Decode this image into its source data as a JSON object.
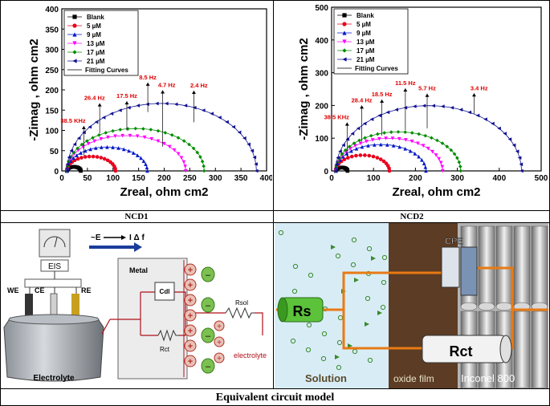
{
  "captions": {
    "left": "NCD1",
    "right": "NCD2",
    "bottom": "Equivalent circuit model"
  },
  "chart_data": [
    {
      "type": "scatter",
      "ylabel": "-Zimag , ohm cm2",
      "xlabel": "Zreal, ohm  cm2",
      "xlim": [
        0,
        400
      ],
      "ylim": [
        0,
        400
      ],
      "xticks": [
        0,
        50,
        100,
        150,
        200,
        250,
        300,
        350,
        400
      ],
      "yticks": [
        0,
        50,
        100,
        150,
        200,
        250,
        300,
        350,
        400
      ],
      "legend_position": "top-left",
      "series": [
        {
          "name": "Blank",
          "color": "#000000",
          "marker": "square",
          "r0": 10,
          "r1": 37,
          "k": 0.75
        },
        {
          "name": "5 µM",
          "color": "#e8001c",
          "marker": "circle",
          "r0": 10,
          "r1": 105,
          "k": 0.75
        },
        {
          "name": "9 µM",
          "color": "#0018c8",
          "marker": "triangle-up",
          "r0": 10,
          "r1": 167,
          "k": 0.75
        },
        {
          "name": "13 µM",
          "color": "#ff00ff",
          "marker": "triangle-down",
          "r0": 10,
          "r1": 242,
          "k": 0.75
        },
        {
          "name": "17 µM",
          "color": "#008c00",
          "marker": "diamond",
          "r0": 10,
          "r1": 278,
          "k": 0.78
        },
        {
          "name": "21 µM",
          "color": "#101090",
          "marker": "triangle-left",
          "r0": 10,
          "r1": 380,
          "k": 0.9
        }
      ],
      "fitting_label": "Fitting Curves",
      "annotations": [
        {
          "text": "38.5 KHz",
          "x": 43,
          "y": 38,
          "lx": 22,
          "ly": 111
        },
        {
          "text": "26.4 Hz",
          "x": 74,
          "y": 93,
          "lx": 64,
          "ly": 167
        },
        {
          "text": "17.5 Hz",
          "x": 127,
          "y": 100,
          "lx": 127,
          "ly": 172
        },
        {
          "text": "8.5 Hz",
          "x": 168,
          "y": 145,
          "lx": 168,
          "ly": 218
        },
        {
          "text": "4.7 Hz",
          "x": 197,
          "y": 60,
          "lx": 205,
          "ly": 199
        },
        {
          "text": "2.4 Hz",
          "x": 258,
          "y": 120,
          "lx": 268,
          "ly": 198
        }
      ]
    },
    {
      "type": "scatter",
      "ylabel": "-Zimag , ohm cm2",
      "xlabel": "Zreal, ohm  cm2",
      "xlim": [
        0,
        500
      ],
      "ylim": [
        0,
        500
      ],
      "xticks": [
        0,
        100,
        200,
        300,
        400,
        500
      ],
      "yticks": [
        0,
        100,
        200,
        300,
        400,
        500
      ],
      "legend_position": "top-left",
      "series": [
        {
          "name": "Blank",
          "color": "#000000",
          "marker": "square",
          "r0": 10,
          "r1": 38,
          "k": 0.75
        },
        {
          "name": "5 µM",
          "color": "#e8001c",
          "marker": "circle",
          "r0": 10,
          "r1": 138,
          "k": 0.75
        },
        {
          "name": "9 µM",
          "color": "#0018c8",
          "marker": "triangle-up",
          "r0": 10,
          "r1": 225,
          "k": 0.75
        },
        {
          "name": "13 µM",
          "color": "#ff00ff",
          "marker": "triangle-down",
          "r0": 10,
          "r1": 265,
          "k": 0.78
        },
        {
          "name": "17 µM",
          "color": "#008c00",
          "marker": "diamond",
          "r0": 10,
          "r1": 308,
          "k": 0.8
        },
        {
          "name": "21 µM",
          "color": "#101090",
          "marker": "triangle-left",
          "r0": 10,
          "r1": 453,
          "k": 0.9
        }
      ],
      "fitting_label": "Fitting Curves",
      "annotations": [
        {
          "text": "38.5 KHz",
          "x": 37,
          "y": 45,
          "lx": 12,
          "ly": 148
        },
        {
          "text": "28.4 Hz",
          "x": 72,
          "y": 90,
          "lx": 72,
          "ly": 200
        },
        {
          "text": "18.5 Hz",
          "x": 120,
          "y": 108,
          "lx": 120,
          "ly": 218
        },
        {
          "text": "11.5 Hz",
          "x": 176,
          "y": 125,
          "lx": 176,
          "ly": 252
        },
        {
          "text": "5.7 Hz",
          "x": 228,
          "y": 130,
          "lx": 228,
          "ly": 236
        },
        {
          "text": "3.4 Hz",
          "x": 340,
          "y": 175,
          "lx": 352,
          "ly": 237
        }
      ]
    }
  ],
  "circuit_left": {
    "switch_label": "~E",
    "arrow_label": "I Δ f",
    "metal_label": "Metal",
    "cdl_label": "Cdl",
    "rct_label": "Rct",
    "rsol_label": "Rsol",
    "electrolyte_label": "electrolyte",
    "eis_label": "EIS",
    "we_label": "WE",
    "ce_label": "CE",
    "re_label": "RE",
    "cell_label": "Electrolyte"
  },
  "circuit_right": {
    "rs_label": "Rs",
    "cpe_label": "CPE",
    "rct_label": "Rct",
    "solution_label": "Solution",
    "oxide_label": "oxide film",
    "inconel_label": "Inconel 800"
  }
}
